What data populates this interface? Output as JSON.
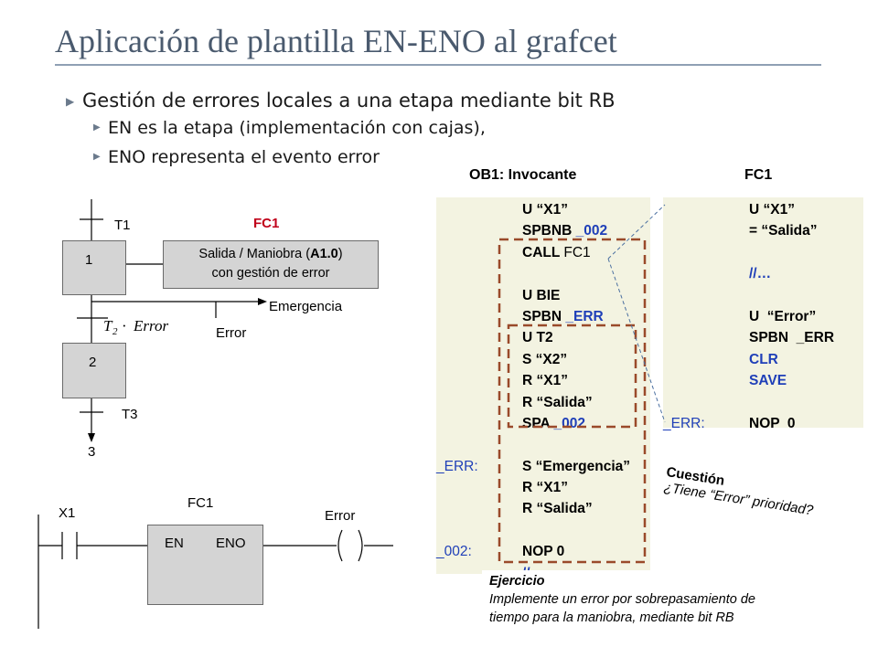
{
  "title": "Aplicación de plantilla EN-ENO al grafcet",
  "bullets": {
    "b1": "Gestión de errores locales a una etapa mediante bit RB",
    "b2": "EN es la etapa (implementación con cajas),",
    "b3": "ENO representa el evento error"
  },
  "grafcet": {
    "t1": "T1",
    "step1": "1",
    "fc1_title": "FC1",
    "action_line1_a": "Salida  / Maniobra (",
    "action_line1_b": "A1.0",
    "action_line1_c": ")",
    "action_line2": "con gestión de error",
    "emergencia": "Emergencia",
    "error": "Error",
    "step2": "2",
    "t3": "T3",
    "step3": "3"
  },
  "ladder": {
    "x1": "X1",
    "fc1": "FC1",
    "en": "EN",
    "eno": "ENO",
    "error": "Error"
  },
  "ob1": {
    "header": "OB1: Invocante",
    "lines": [
      {
        "label": "",
        "code": [
          [
            "U “X1”",
            false
          ]
        ]
      },
      {
        "label": "",
        "code": [
          [
            "SPBNB ",
            false
          ],
          [
            "_002",
            true
          ]
        ]
      },
      {
        "label": "",
        "code": [
          [
            "CALL ",
            false
          ],
          [
            "FC1",
            false
          ]
        ]
      },
      {
        "label": "",
        "code": [
          [
            "",
            false
          ]
        ]
      },
      {
        "label": "",
        "code": [
          [
            "U BIE",
            false
          ]
        ]
      },
      {
        "label": "",
        "code": [
          [
            "SPBN ",
            false
          ],
          [
            "_ERR",
            true
          ]
        ]
      },
      {
        "label": "",
        "code": [
          [
            "U T2",
            false
          ]
        ]
      },
      {
        "label": "",
        "code": [
          [
            "S “X2”",
            false
          ]
        ]
      },
      {
        "label": "",
        "code": [
          [
            "R “X1”",
            false
          ]
        ]
      },
      {
        "label": "",
        "code": [
          [
            "R “Salida”",
            false
          ]
        ]
      },
      {
        "label": "",
        "code": [
          [
            "SPA ",
            false
          ],
          [
            "_002",
            true
          ]
        ]
      },
      {
        "label": "",
        "code": [
          [
            "",
            false
          ]
        ]
      },
      {
        "label": "_ERR:",
        "code": [
          [
            "S “Emergencia”",
            false
          ]
        ]
      },
      {
        "label": "",
        "code": [
          [
            "R “X1”",
            false
          ]
        ]
      },
      {
        "label": "",
        "code": [
          [
            "R “Salida”",
            false
          ]
        ]
      },
      {
        "label": "",
        "code": [
          [
            "",
            false
          ]
        ]
      },
      {
        "label": "_002:",
        "code": [
          [
            "NOP 0",
            false
          ]
        ]
      },
      {
        "label": "",
        "code": [
          [
            "//…",
            true
          ]
        ]
      }
    ]
  },
  "fc1": {
    "header": "FC1",
    "lines": [
      {
        "label": "",
        "code": [
          [
            "U “X1”",
            false
          ]
        ]
      },
      {
        "label": "",
        "code": [
          [
            "= “Salida”",
            false
          ]
        ]
      },
      {
        "label": "",
        "code": [
          [
            "",
            false
          ]
        ]
      },
      {
        "label": "",
        "code": [
          [
            "//…",
            true
          ]
        ]
      },
      {
        "label": "",
        "code": [
          [
            "",
            false
          ]
        ]
      },
      {
        "label": "",
        "code": [
          [
            "U  “Error”",
            false
          ]
        ]
      },
      {
        "label": "",
        "code": [
          [
            "SPBN  _ERR",
            false
          ]
        ]
      },
      {
        "label": "",
        "code": [
          [
            "CLR",
            true
          ]
        ]
      },
      {
        "label": "",
        "code": [
          [
            "SAVE",
            true
          ]
        ]
      },
      {
        "label": "",
        "code": [
          [
            "",
            false
          ]
        ]
      },
      {
        "label": "_ERR:",
        "code": [
          [
            "NOP  0",
            false
          ]
        ]
      }
    ]
  },
  "cuestion": {
    "title": "Cuestión",
    "text": "¿Tiene “Error” prioridad?"
  },
  "ejercicio": {
    "title": "Ejercicio",
    "line1": "Implemente  un error por sobrepasamiento de",
    "line2": "tiempo para la maniobra, mediante bit RB"
  },
  "colors": {
    "title": "#4a5a6e",
    "panel": "#f3f3e1",
    "highlight_box": "#9a4a2a",
    "fc1_red": "#c0001a",
    "keyword_blue": "#1f3fb8"
  }
}
